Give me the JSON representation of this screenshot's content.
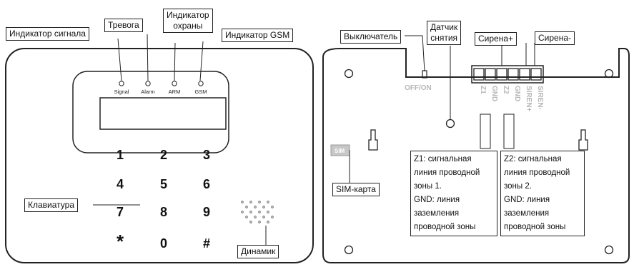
{
  "front": {
    "indicators": [
      "Signal",
      "Alarm",
      "ARM",
      "GSM"
    ],
    "keys": [
      "1",
      "2",
      "3",
      "4",
      "5",
      "6",
      "7",
      "8",
      "9",
      "*",
      "0",
      "#"
    ],
    "callouts": {
      "signal_indicator": "Индикатор сигнала",
      "alarm": "Тревога",
      "arm_indicator": [
        "Индикатор",
        "охраны"
      ],
      "gsm_indicator": "Индикатор GSM",
      "keyboard": "Клавиатура",
      "speaker": "Динамик"
    }
  },
  "back": {
    "switch_label": "OFF/ON",
    "sim_slot_label": "SIM",
    "terminals": [
      "Z1",
      "GND",
      "Z2",
      "GND",
      "SIREN+",
      "SIREN-"
    ],
    "callouts": {
      "switch": "Выключатель",
      "tamper_sensor": [
        "Датчик",
        "снятия"
      ],
      "siren_plus": "Сирена+",
      "siren_minus": "Сирена-",
      "sim_card": "SIM-карта"
    },
    "notes": {
      "zone1": [
        "Z1: сигнальная",
        "линия проводной",
        "зоны 1.",
        "GND: линия",
        "заземления",
        "проводной зоны"
      ],
      "zone2": [
        "Z2: сигнальная",
        "линия проводной",
        "зоны 2.",
        "GND: линия",
        "заземления",
        "проводной зоны"
      ]
    }
  }
}
